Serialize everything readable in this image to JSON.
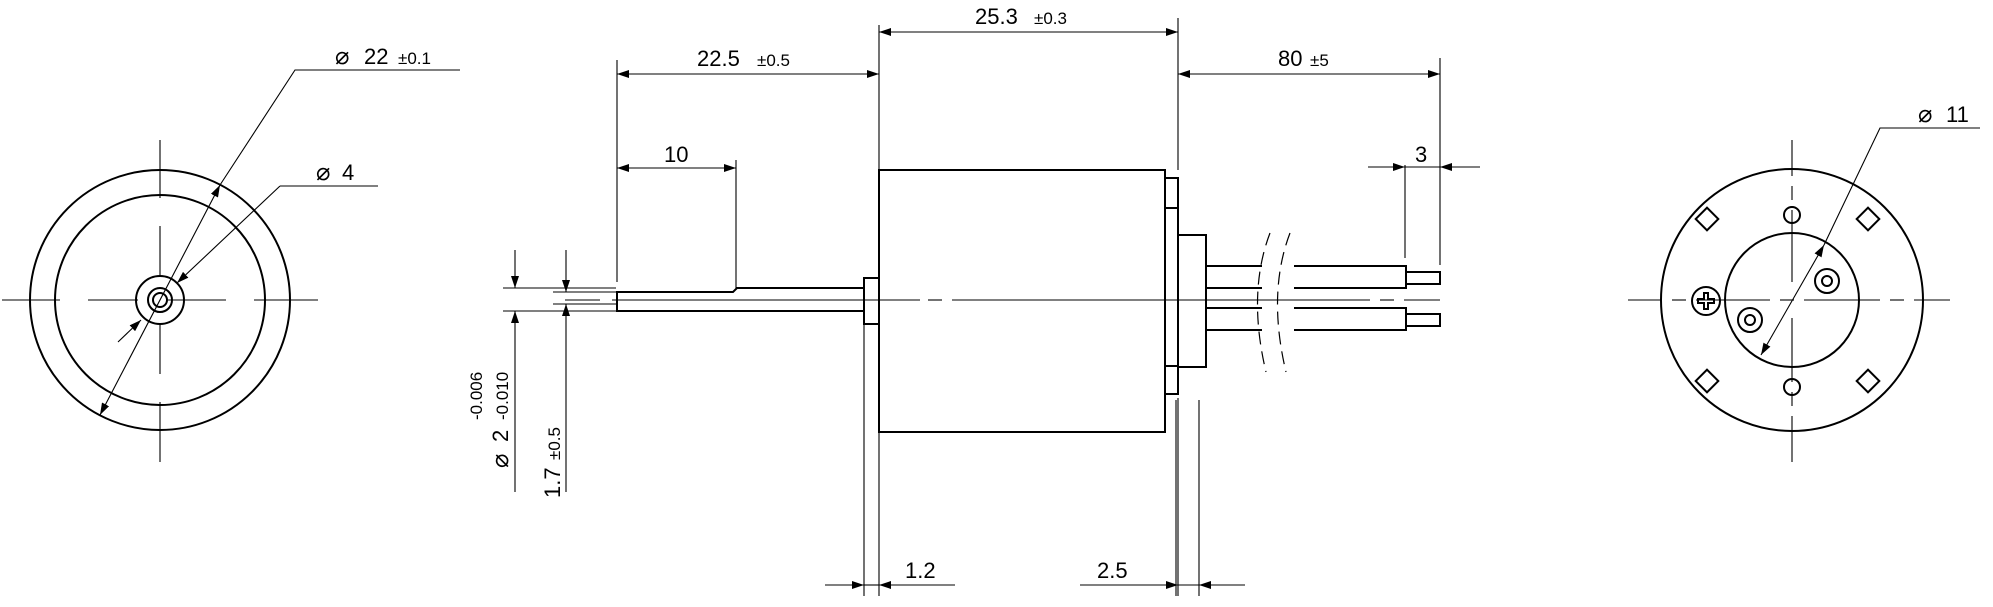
{
  "symbols": {
    "diameter": "⌀"
  },
  "dims": {
    "front_outer_dia": {
      "value": "22",
      "tol": "±0.1"
    },
    "front_center_dia": {
      "value": "4"
    },
    "shaft_length": {
      "value": "22.5",
      "tol": "±0.5"
    },
    "body_length": {
      "value": "25.3",
      "tol": "±0.3"
    },
    "lead_length": {
      "value": "80",
      "tol": "±5"
    },
    "flat_length": {
      "value": "10"
    },
    "lead_strip": {
      "value": "3"
    },
    "rear_dia": {
      "value": "11"
    },
    "shaft_dia": {
      "value": "2",
      "tol_upper": "-0.006",
      "tol_lower": "-0.010"
    },
    "flat_depth": {
      "value": "1.7",
      "tol": "±0.5"
    },
    "collar": {
      "value": "1.2"
    },
    "rear_flange": {
      "value": "2.5"
    }
  }
}
